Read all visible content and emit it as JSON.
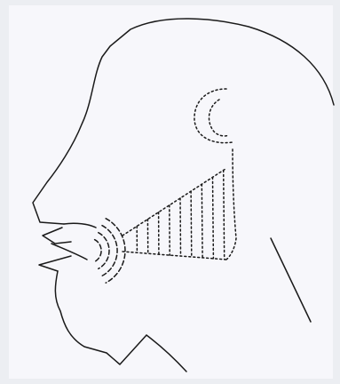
{
  "colors": {
    "ink": "#1a1a1a",
    "paper": "#f7f7fb",
    "background": "#eceef2"
  },
  "diagram": {
    "subject": "head-profile-facing-left",
    "marks": {
      "sound-arcs": 4,
      "sound-cone-hatch-lines": 9
    }
  }
}
